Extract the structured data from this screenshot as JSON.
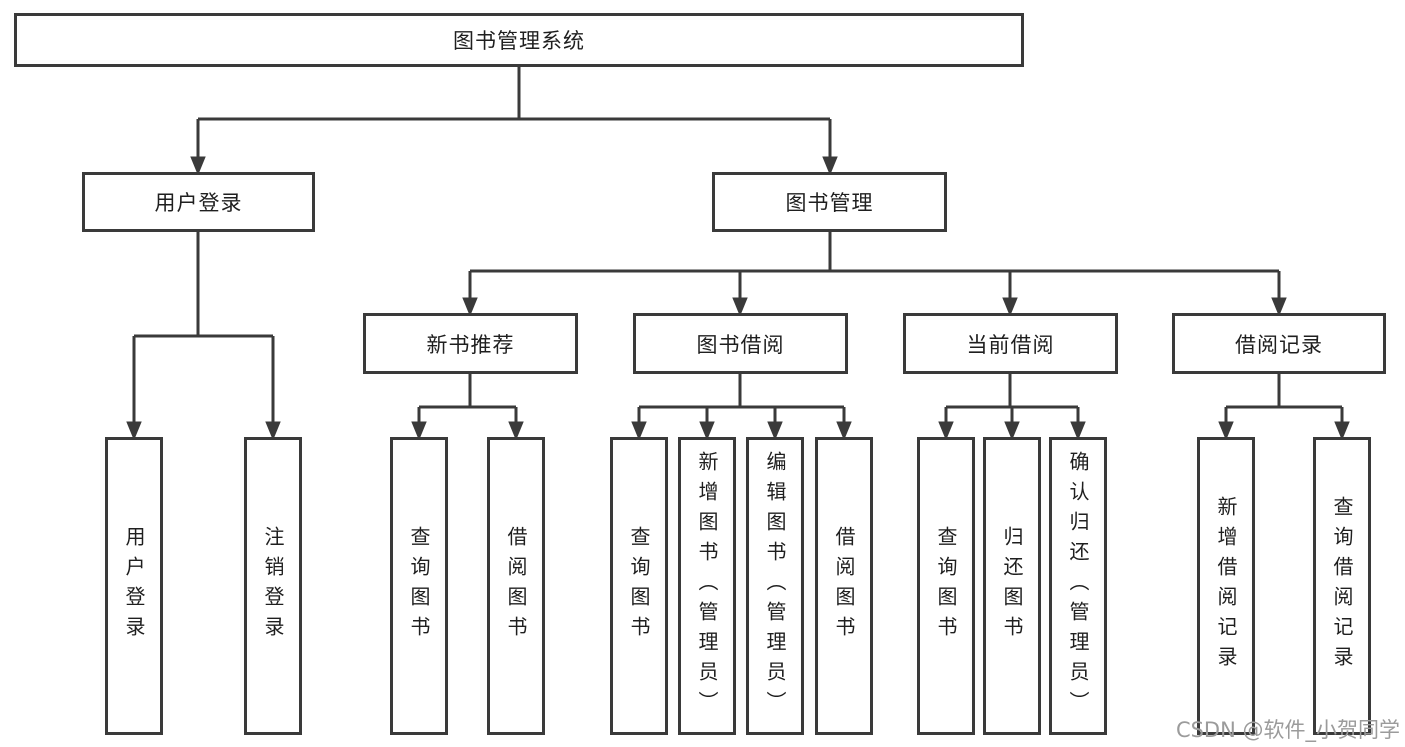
{
  "tree": {
    "root": "图书管理系统",
    "branches": [
      {
        "label": "用户登录",
        "children": [
          "用户登录",
          "注销登录"
        ]
      },
      {
        "label": "图书管理",
        "children": [
          {
            "label": "新书推荐",
            "children": [
              "查询图书",
              "借阅图书"
            ]
          },
          {
            "label": "图书借阅",
            "children": [
              "查询图书",
              "新增图书（管理员）",
              "编辑图书（管理员）",
              "借阅图书"
            ]
          },
          {
            "label": "当前借阅",
            "children": [
              "查询图书",
              "归还图书",
              "确认归还（管理员）"
            ]
          },
          {
            "label": "借阅记录",
            "children": [
              "新增借阅记录",
              "查询借阅记录"
            ]
          }
        ]
      }
    ]
  },
  "watermark": "CSDN @软件_小贺同学",
  "colors": {
    "line": "#3a3a3a",
    "box_border": "#3a3a3a",
    "text": "#1f1f1f",
    "watermark": "#9b9b9b",
    "background": "#ffffff"
  }
}
